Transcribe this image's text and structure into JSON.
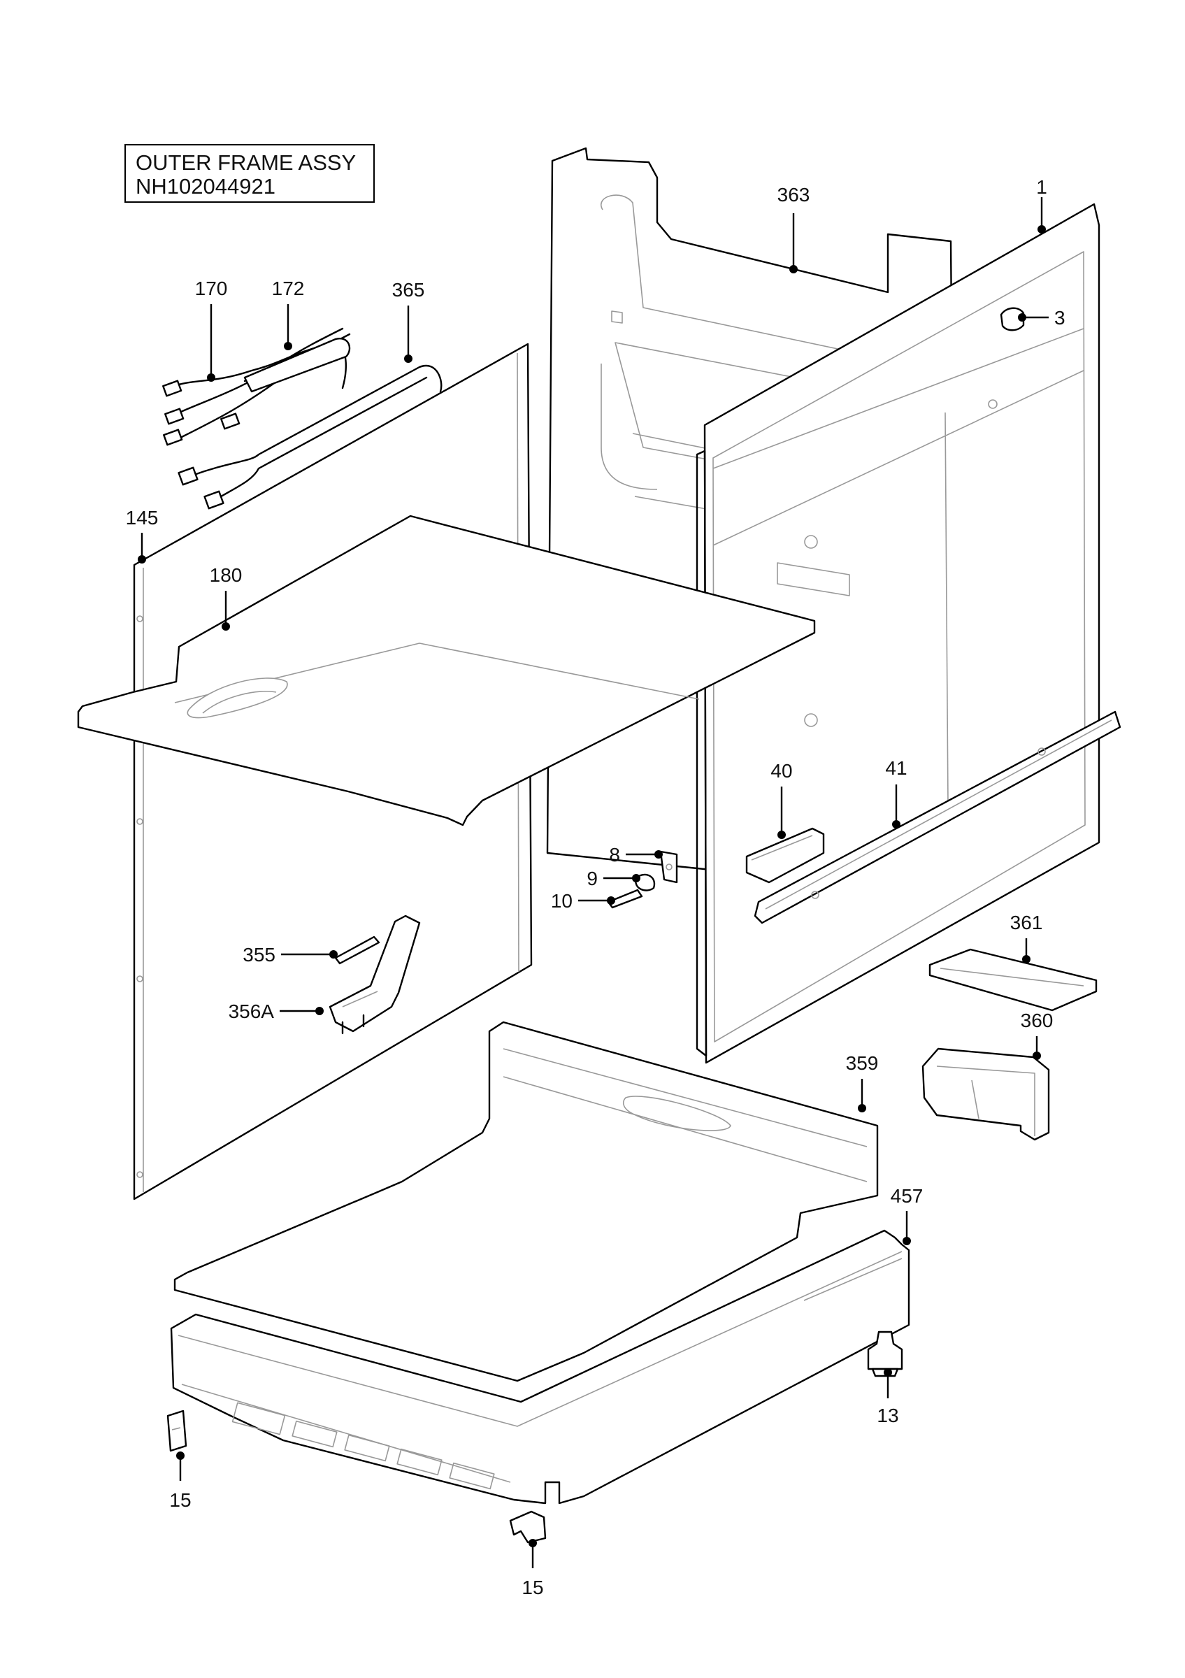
{
  "assembly": {
    "name": "OUTER FRAME ASSY",
    "code": "NH102044921"
  },
  "callouts": [
    {
      "id": "c363",
      "label": "363"
    },
    {
      "id": "c1",
      "label": "1"
    },
    {
      "id": "c3",
      "label": "3"
    },
    {
      "id": "c170",
      "label": "170"
    },
    {
      "id": "c172",
      "label": "172"
    },
    {
      "id": "c365",
      "label": "365"
    },
    {
      "id": "c145",
      "label": "145"
    },
    {
      "id": "c180",
      "label": "180"
    },
    {
      "id": "c40",
      "label": "40"
    },
    {
      "id": "c41",
      "label": "41"
    },
    {
      "id": "c8",
      "label": "8"
    },
    {
      "id": "c9",
      "label": "9"
    },
    {
      "id": "c10",
      "label": "10"
    },
    {
      "id": "c355",
      "label": "355"
    },
    {
      "id": "c356A",
      "label": "356A"
    },
    {
      "id": "c361",
      "label": "361"
    },
    {
      "id": "c360",
      "label": "360"
    },
    {
      "id": "c359",
      "label": "359"
    },
    {
      "id": "c457",
      "label": "457"
    },
    {
      "id": "c13",
      "label": "13"
    },
    {
      "id": "c15a",
      "label": "15"
    },
    {
      "id": "c15b",
      "label": "15"
    }
  ]
}
